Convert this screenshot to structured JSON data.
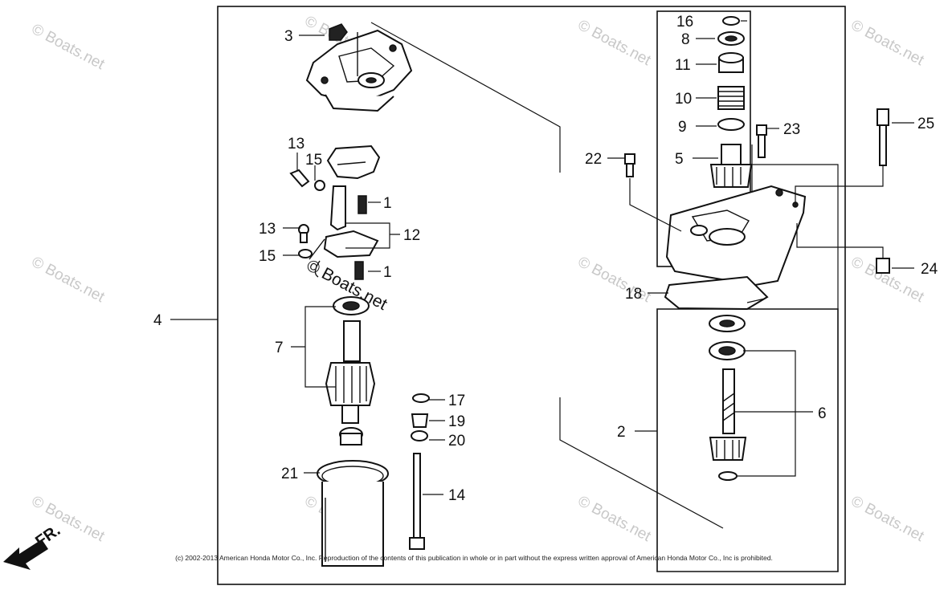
{
  "callouts": {
    "c1a": "1",
    "c1b": "1",
    "c2": "2",
    "c3": "3",
    "c4": "4",
    "c5": "5",
    "c6": "6",
    "c7": "7",
    "c8": "8",
    "c9": "9",
    "c10": "10",
    "c11": "11",
    "c12": "12",
    "c13a": "13",
    "c13b": "13",
    "c14": "14",
    "c15a": "15",
    "c15b": "15",
    "c16": "16",
    "c17": "17",
    "c18": "18",
    "c19": "19",
    "c20": "20",
    "c21": "21",
    "c22": "22",
    "c23": "23",
    "c24": "24",
    "c25": "25"
  },
  "watermark": "© Boats.net",
  "center_watermark": "© Boats.net",
  "direction_label": "FR.",
  "copyright": "(c) 2002-2013 American Honda Motor Co., Inc. Reproduction of the contents of this publication in whole or in part without the express written approval of American Honda Motor Co., Inc is prohibited."
}
